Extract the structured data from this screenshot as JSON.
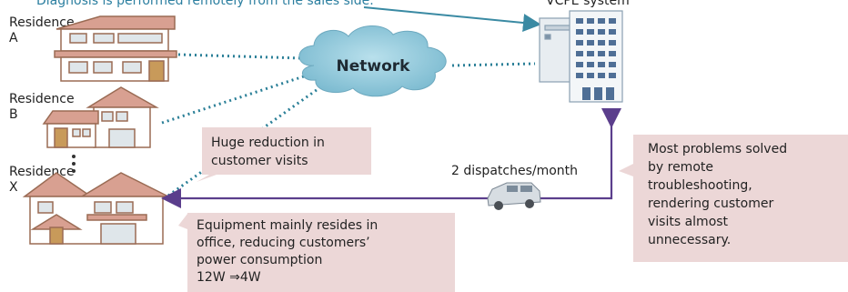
{
  "header": {
    "caption_partial": "Diagnosis is performed remotely from the sales side.",
    "system_partial": "VCPE system"
  },
  "residences": [
    {
      "label": "Residence",
      "id": "A"
    },
    {
      "label": "Residence",
      "id": "B"
    },
    {
      "label": "Residence",
      "id": "X"
    }
  ],
  "network_label": "Network",
  "notes": {
    "reduction": [
      "Huge reduction in",
      "customer visits"
    ],
    "equipment": [
      "Equipment mainly resides in",
      "office, reducing customers’",
      "power consumption",
      "12W ⇒4W"
    ],
    "remote": [
      "Most problems solved",
      "by remote",
      "troubleshooting,",
      "rendering customer",
      "visits almost",
      "unnecessary."
    ]
  },
  "dispatch_label": "2 dispatches/month",
  "colors": {
    "dotted_line": "#2a7f97",
    "purple_line": "#5b3e8c",
    "note_fill": "#ecd7d7",
    "cloud_fill": "#8fc6d8"
  }
}
